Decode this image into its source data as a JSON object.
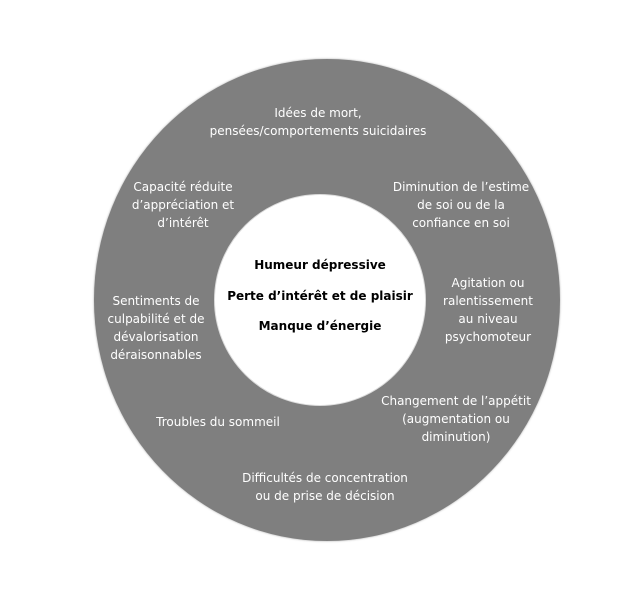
{
  "colors": {
    "ring": "#7f7f7f",
    "center": "#ffffff",
    "ring_text": "#ffffff",
    "center_text": "#000000"
  },
  "center": {
    "lines": [
      "Humeur dépressive",
      "Perte d’intérêt et de plaisir",
      "Manque d’énergie"
    ]
  },
  "ring": {
    "ideas_suicide": "Idées de mort,\npensées/comportements suicidaires",
    "self_esteem": "Diminution de l’estime\nde soi ou de la\nconfiance en soi",
    "agitation": "Agitation ou\nralentissement\nau niveau\npsychomoteur",
    "appetite": "Changement de l’appétit\n(augmentation ou\ndiminution)",
    "concentration": "Difficultés de concentration\nou de prise de décision",
    "sleep": "Troubles du sommeil",
    "guilt": "Sentiments de\nculpabilité et de\ndévalorisation\ndéraisonnables",
    "appreciation": "Capacité réduite\nd’appréciation et\nd’intérêt"
  }
}
